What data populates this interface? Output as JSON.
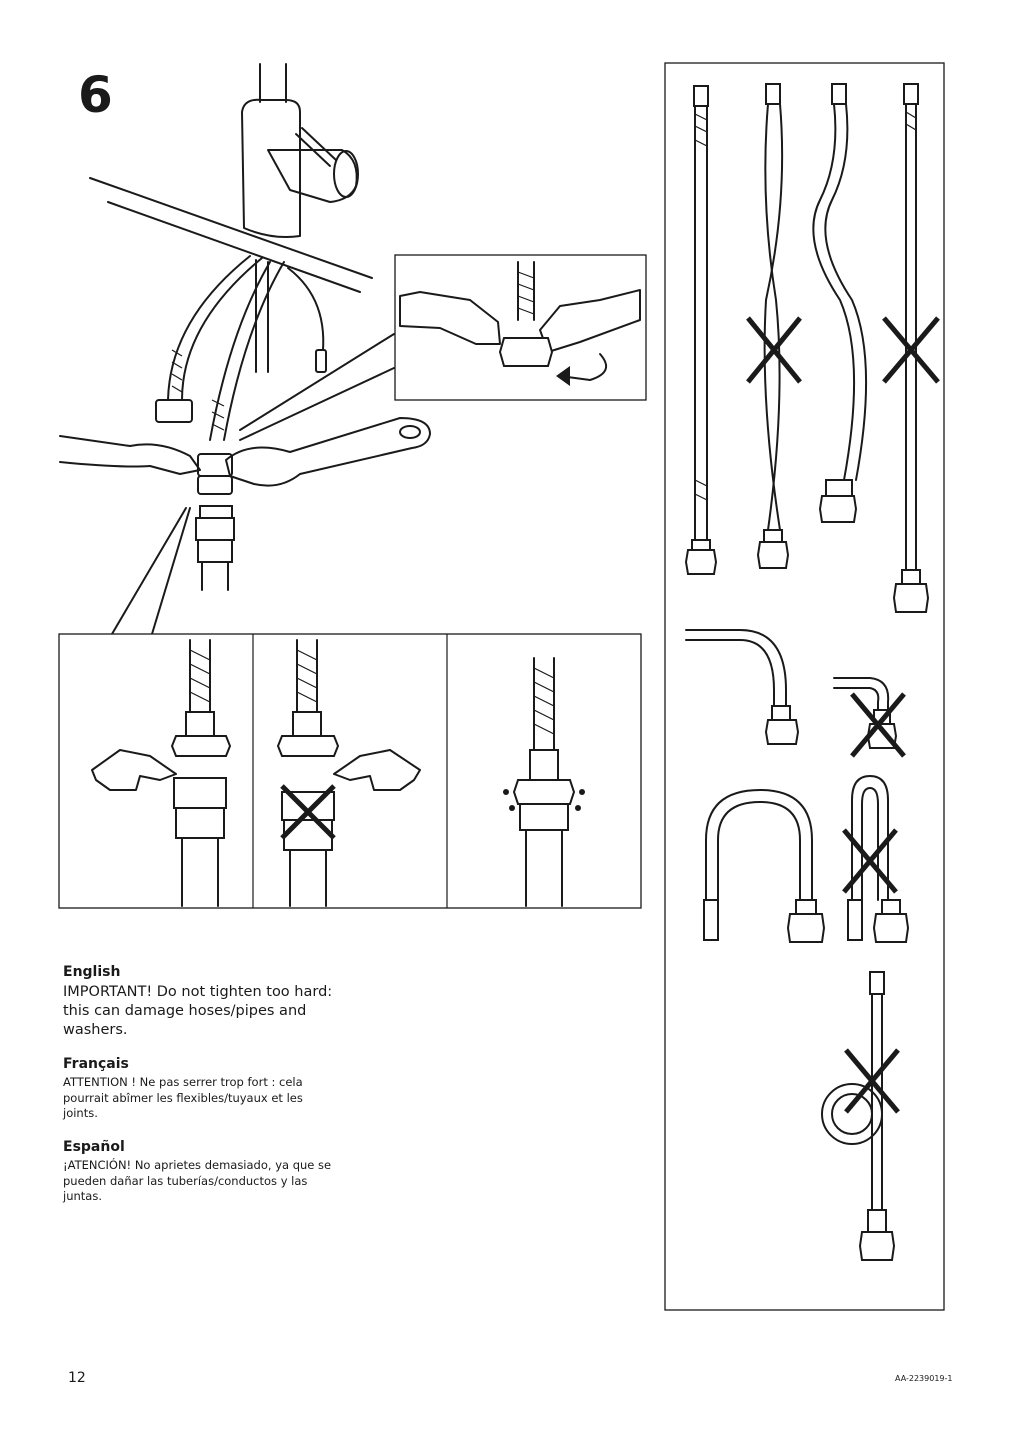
{
  "step": {
    "number": "6"
  },
  "languages": [
    {
      "title": "English",
      "text": "IMPORTANT! Do not tighten too hard: this can damage hoses/pipes and washers."
    },
    {
      "title": "Français",
      "text": "ATTENTION ! Ne pas serrer trop fort : cela pourrait abîmer les flexibles/tuyaux et les joints."
    },
    {
      "title": "Español",
      "text": "¡ATENCIÓN! No aprietes demasiado, ya que se pueden dañar las tuberías/conductos y las juntas."
    }
  ],
  "footer": {
    "page_number": "12",
    "doc_code": "AA-2239019-1"
  },
  "icons": [
    "faucet-icon",
    "wrench-icon",
    "hose-icon",
    "hand-pointer-icon",
    "cross-mark-icon",
    "rotate-arrow-icon",
    "water-drop-icon"
  ]
}
